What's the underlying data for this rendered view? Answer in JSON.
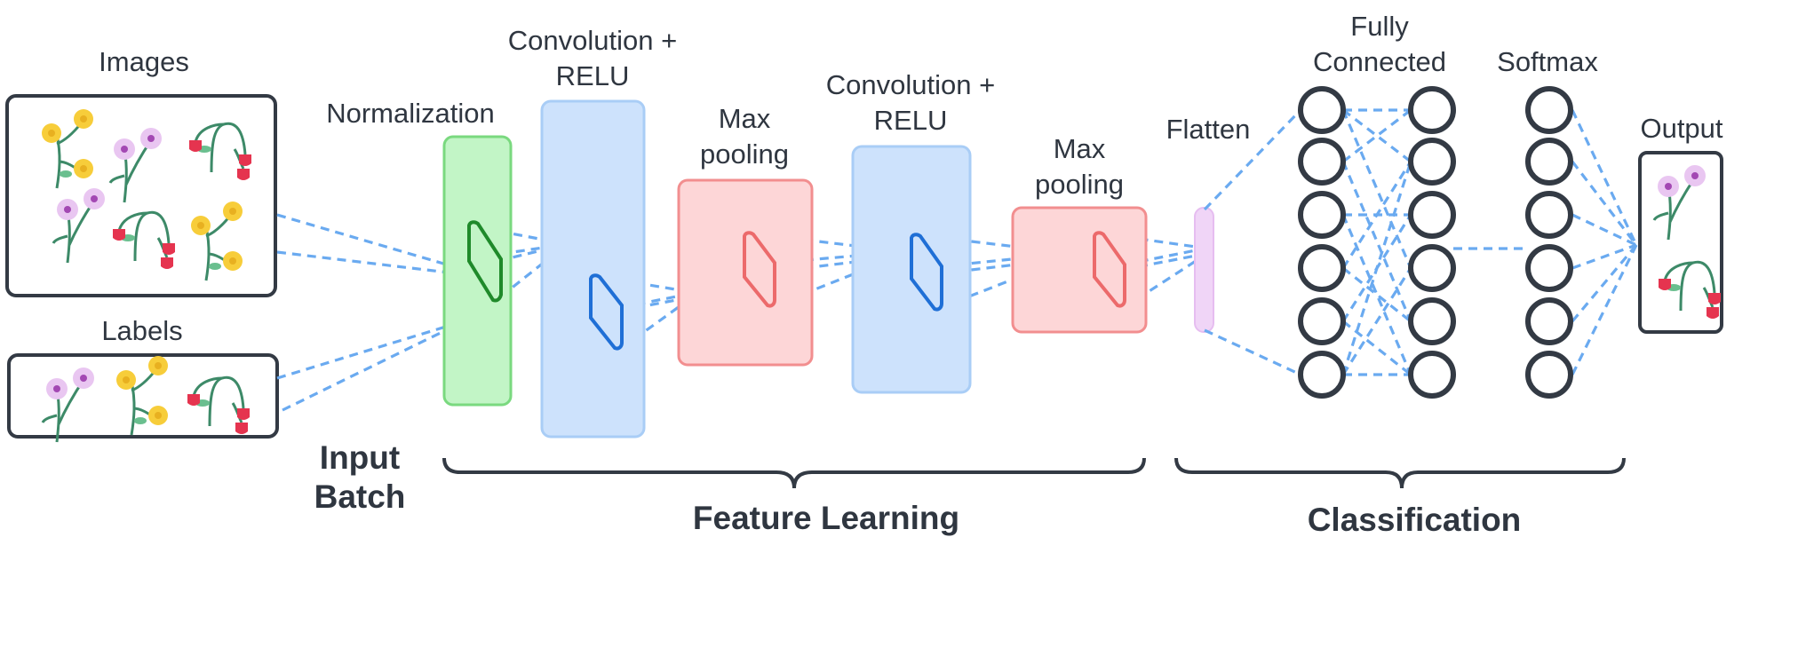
{
  "labels": {
    "images": "Images",
    "labels": "Labels",
    "normalization": "Normalization",
    "conv1_line1": "Convolution +",
    "conv1_line2": "RELU",
    "maxpool1_line1": "Max",
    "maxpool1_line2": "pooling",
    "conv2_line1": "Convolution +",
    "conv2_line2": "RELU",
    "maxpool2_line1": "Max",
    "maxpool2_line2": "pooling",
    "flatten": "Flatten",
    "fc_line1": "Fully",
    "fc_line2": "Connected",
    "softmax": "Softmax",
    "output": "Output",
    "input_batch_line1": "Input",
    "input_batch_line2": "Batch",
    "feature_learning": "Feature Learning",
    "classification": "Classification"
  },
  "colors": {
    "normalization_fill": "#c2f5c6",
    "normalization_stroke": "#7ad97f",
    "conv_fill": "#cde2fc",
    "conv_stroke": "#a9cdf6",
    "pool_fill": "#fdd6d7",
    "pool_stroke": "#f28e8f",
    "flatten_fill": "#f0d5f7",
    "connection": "#6aaaf0",
    "node_stroke": "#333a44"
  },
  "icons": [
    "flower-image-icon",
    "kernel-window-icon",
    "neuron-node-icon",
    "brace-icon"
  ]
}
